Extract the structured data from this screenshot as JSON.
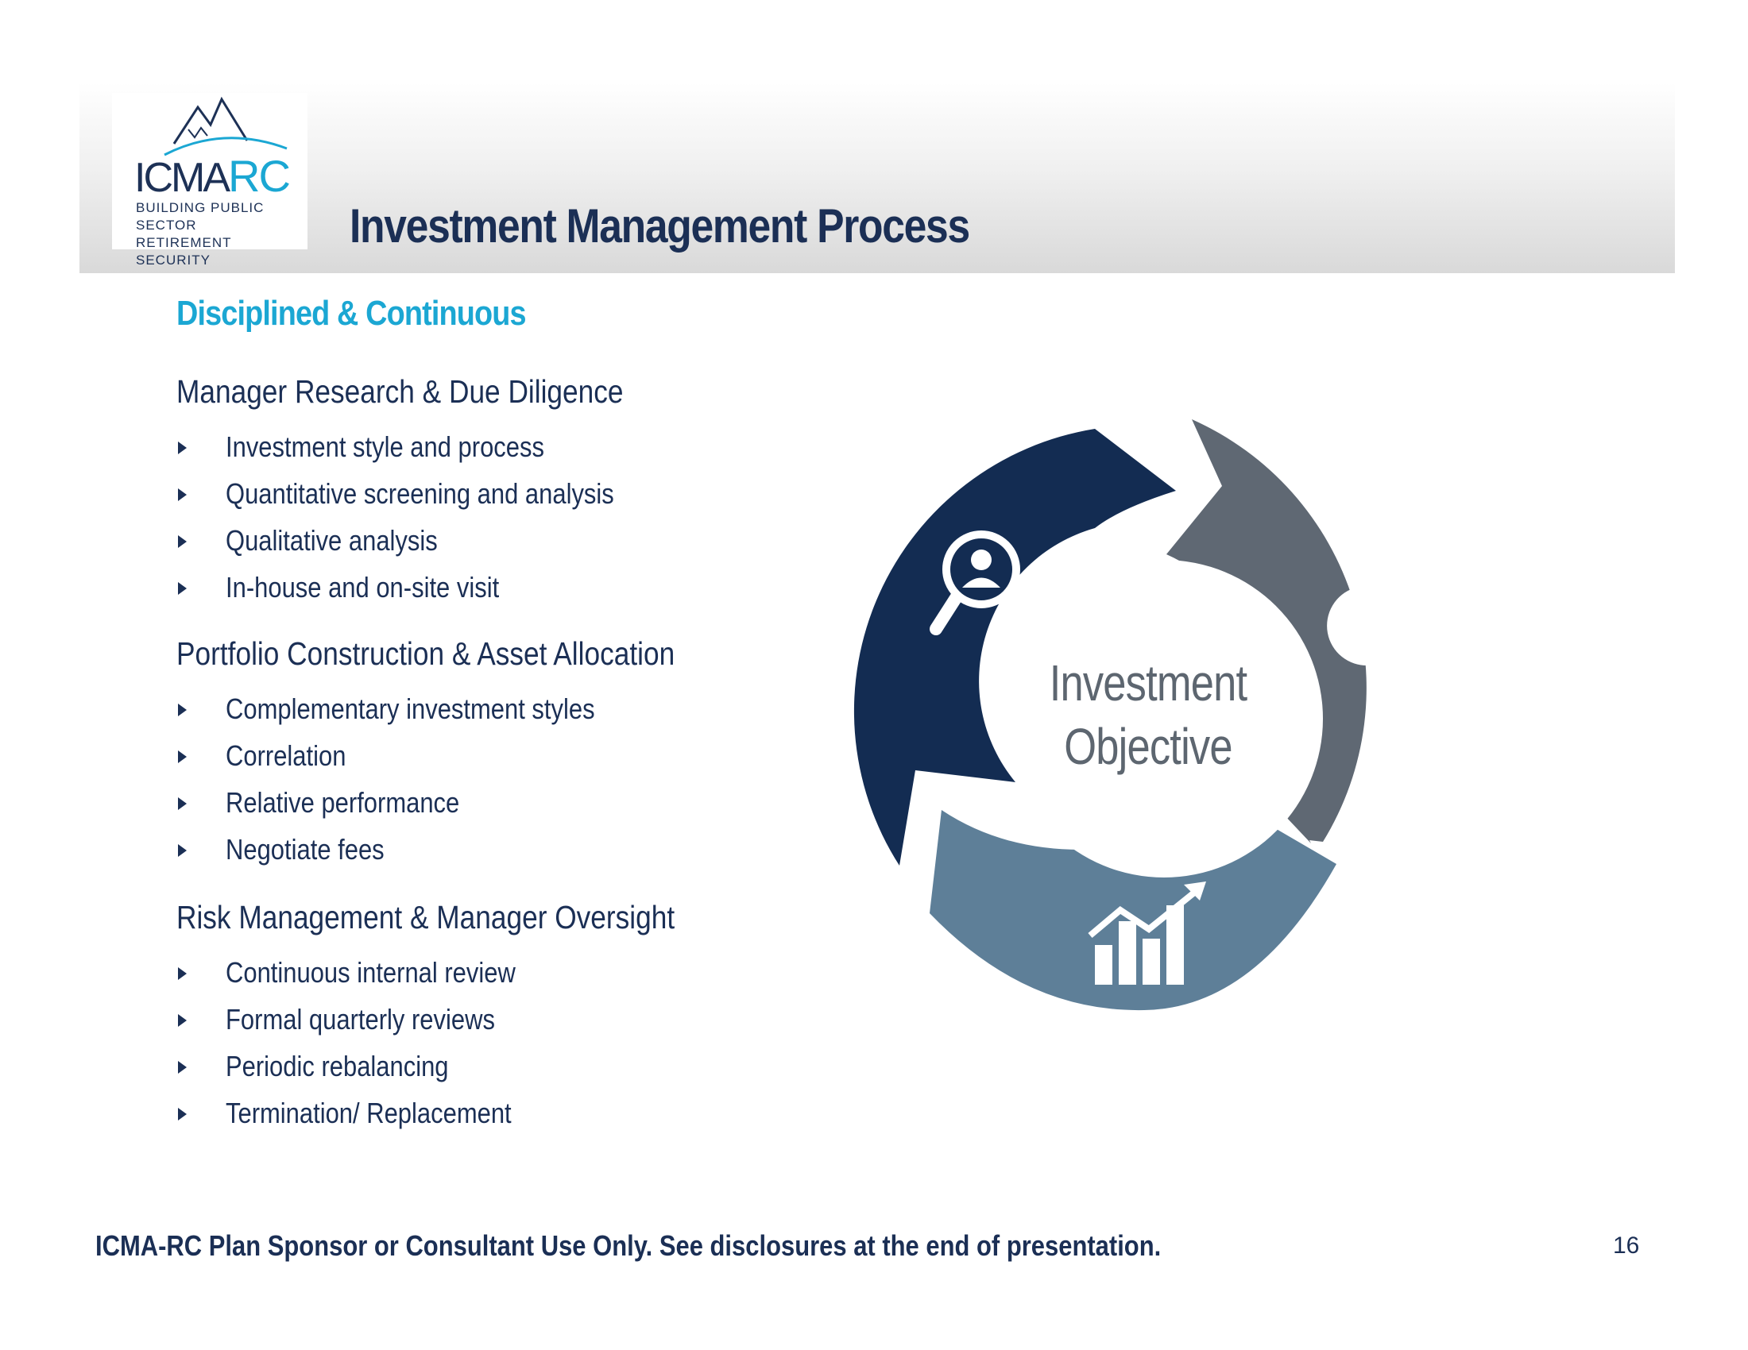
{
  "logo": {
    "brand_prefix": "ICMA",
    "brand_suffix": "RC",
    "tagline_line1": "BUILDING PUBLIC SECTOR",
    "tagline_line2": "RETIREMENT SECURITY"
  },
  "header": {
    "title": "Investment Management Process"
  },
  "subtitle": "Disciplined & Continuous",
  "sections": [
    {
      "heading": "Manager Research & Due Diligence",
      "bullets": [
        "Investment style and process",
        "Quantitative screening and analysis",
        "Qualitative analysis",
        "In-house and on-site visit"
      ]
    },
    {
      "heading": "Portfolio Construction & Asset Allocation",
      "bullets": [
        "Complementary investment styles",
        "Correlation",
        "Relative performance",
        "Negotiate fees"
      ]
    },
    {
      "heading": "Risk Management & Manager Oversight",
      "bullets": [
        "Continuous internal review",
        "Formal quarterly reviews",
        "Periodic rebalancing",
        "Termination/ Replacement"
      ]
    }
  ],
  "cycle_diagram": {
    "center_line1": "Investment",
    "center_line2": "Objective",
    "segments": [
      {
        "icon": "magnifier-person-icon",
        "color": "#132c52"
      },
      {
        "icon": "pie-chart-icon",
        "color": "#5f6873"
      },
      {
        "icon": "bar-growth-chart-icon",
        "color": "#5e7f98"
      }
    ]
  },
  "footer": {
    "note": "ICMA-RC Plan Sponsor or Consultant Use Only.  See disclosures at the end of presentation.",
    "page_number": "16"
  },
  "colors": {
    "navy": "#1b2f55",
    "accent_blue": "#1ba7d3"
  }
}
